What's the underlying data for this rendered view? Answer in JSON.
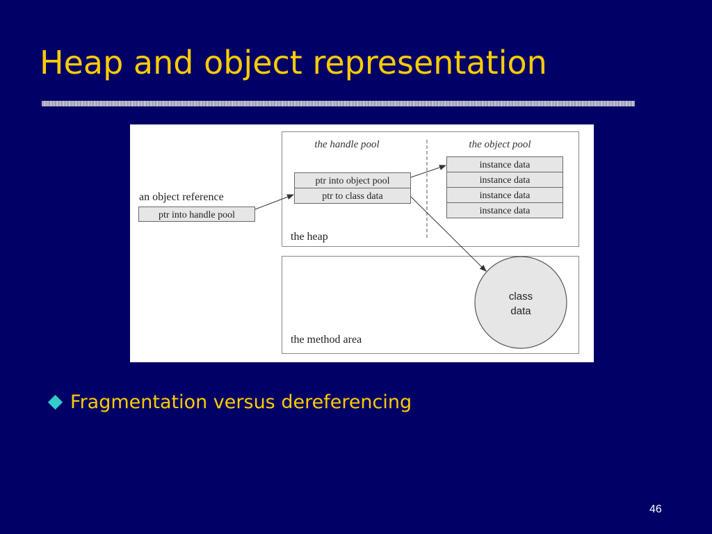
{
  "slide": {
    "title": "Heap and object representation",
    "bullet": "Fragmentation versus dereferencing",
    "page_number": "46"
  },
  "diagram": {
    "object_reference_label": "an object reference",
    "handle_ptr_label": "ptr into handle pool",
    "handle_pool_label": "the handle pool",
    "object_pool_label": "the object pool",
    "handle_entry_object": "ptr into object pool",
    "handle_entry_class": "ptr to class data",
    "instance_rows": [
      "instance data",
      "instance data",
      "instance data",
      "instance data"
    ],
    "heap_label": "the heap",
    "method_area_label": "the method area",
    "class_data_line1": "class",
    "class_data_line2": "data"
  },
  "colors": {
    "background": "#000066",
    "title": "#ffcc00",
    "bullet_icon": "#33cccc"
  }
}
